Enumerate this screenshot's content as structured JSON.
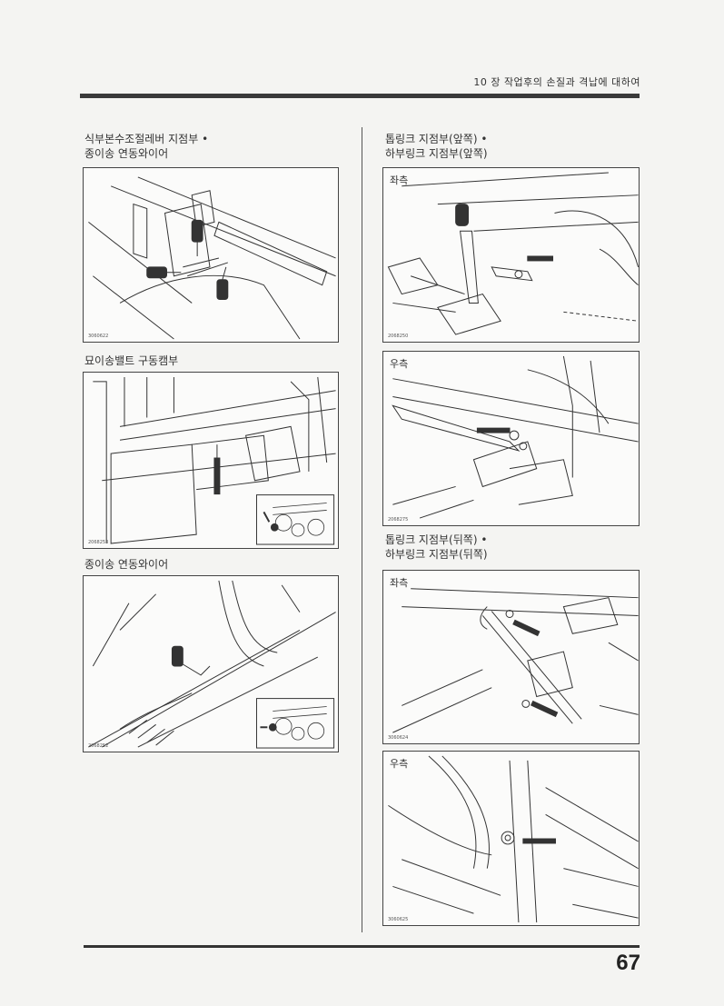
{
  "header": {
    "chapter_title": "10 장 작업후의 손질과 격납에 대하여"
  },
  "left": {
    "section1_line1": "식부본수조절레버 지점부 •",
    "section1_line2": "종이송 연동와이어",
    "fig1_code": "3060622",
    "section2_title": "묘이송밸트 구동캠부",
    "fig2_code": "2068253",
    "section3_title": "종이송 연동와이어",
    "fig3_code": "2068252"
  },
  "right": {
    "section1_line1": "톱링크 지점부(앞쪽) •",
    "section1_line2": "하부링크 지점부(앞쪽)",
    "fig1_side": "좌측",
    "fig1_code": "2068250",
    "fig2_side": "우측",
    "fig2_code": "2068275",
    "section2_line1": "톱링크 지점부(뒤쪽) •",
    "section2_line2": "하부링크 지점부(뒤쪽)",
    "fig3_side": "좌측",
    "fig3_code": "3060624",
    "fig4_side": "우측",
    "fig4_code": "3060625"
  },
  "footer": {
    "page_number": "67"
  }
}
